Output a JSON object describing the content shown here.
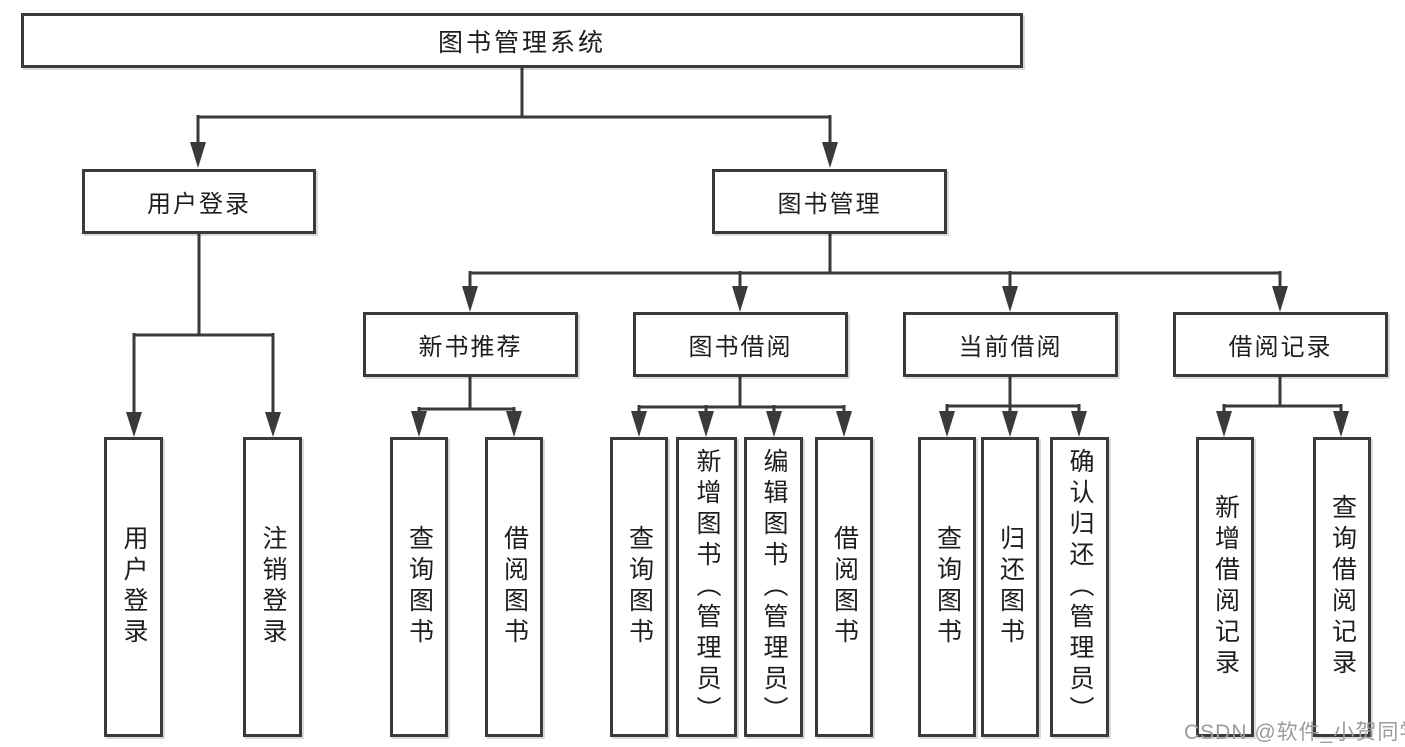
{
  "diagram": {
    "root": {
      "label": "图书管理系统"
    },
    "level2": {
      "login": {
        "label": "用户登录"
      },
      "management": {
        "label": "图书管理"
      }
    },
    "level3": {
      "recommend": {
        "label": "新书推荐"
      },
      "borrow": {
        "label": "图书借阅"
      },
      "current": {
        "label": "当前借阅"
      },
      "records": {
        "label": "借阅记录"
      }
    },
    "leaves": {
      "login": [
        "用户登录",
        "注销登录"
      ],
      "recommend": [
        "查询图书",
        "借阅图书"
      ],
      "borrow": [
        "查询图书",
        "新增图书（管理员）",
        "编辑图书（管理员）",
        "借阅图书"
      ],
      "current": [
        "查询图书",
        "归还图书",
        "确认归还（管理员）"
      ],
      "records": [
        "新增借阅记录",
        "查询借阅记录"
      ]
    }
  },
  "watermark": {
    "text": "CSDN @软件_小贺同学"
  },
  "colors": {
    "line": "#3a3a3a",
    "text": "#1e1e1e",
    "watermark": "#9c9c9c",
    "background": "#ffffff"
  }
}
